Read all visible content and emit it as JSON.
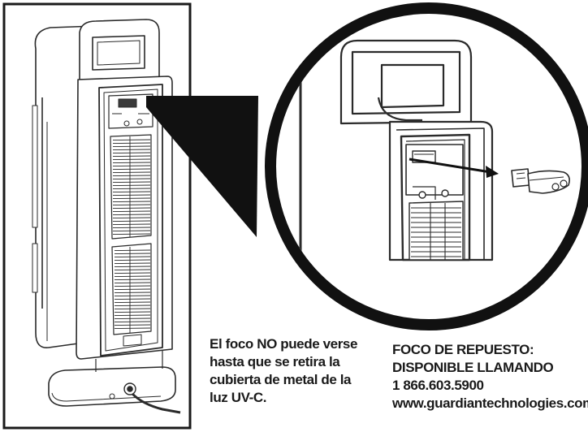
{
  "warning_note": {
    "lines": [
      "El foco NO puede verse",
      "hasta que se retira la",
      "cubierta de metal de la",
      "luz UV-C."
    ]
  },
  "replacement_note": {
    "lines": [
      "FOCO DE REPUESTO:",
      "DISPONIBLE LLAMANDO",
      "1 866.603.5900",
      "www.guardiantechnologies.com"
    ]
  },
  "colors": {
    "ink": "#1a1a1a",
    "line": "#2a2a2a",
    "background": "#ffffff"
  }
}
